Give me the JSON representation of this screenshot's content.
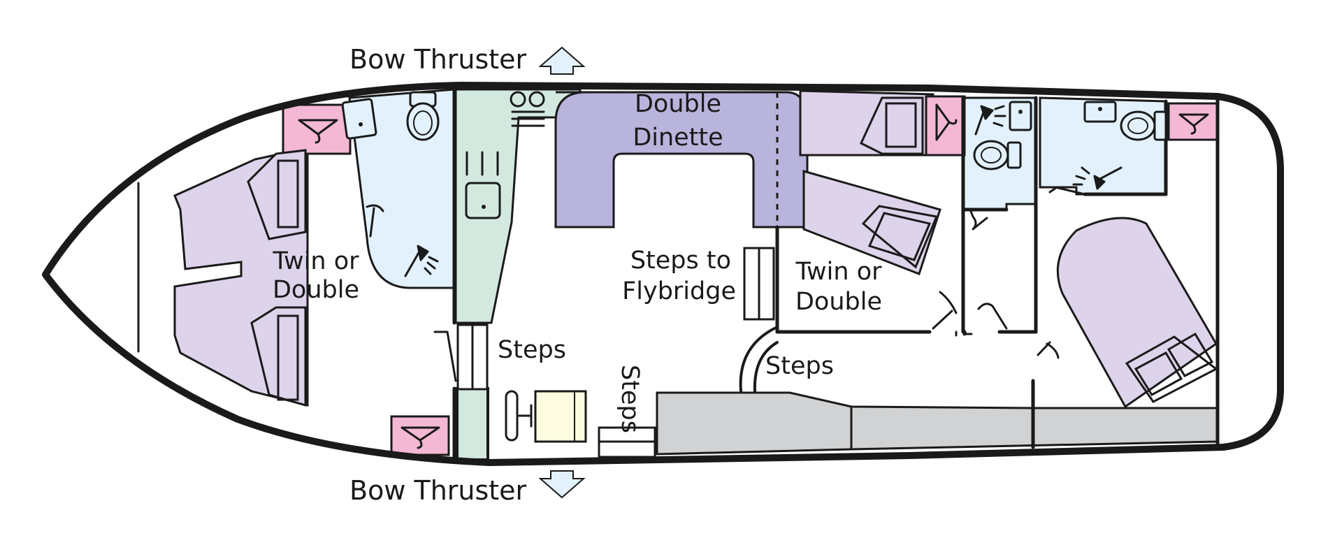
{
  "labels": {
    "bow_thruster_top": "Bow Thruster",
    "bow_thruster_bottom": "Bow Thruster",
    "dinette_line1": "Double",
    "dinette_line2": "Dinette",
    "fwd_cabin_line1": "Twin or",
    "fwd_cabin_line2": "Double",
    "mid_cabin_line1": "Twin or",
    "mid_cabin_line2": "Double",
    "steps_flybridge_line1": "Steps to",
    "steps_flybridge_line2": "Flybridge",
    "steps_galley": "Steps",
    "steps_saloon": "Steps",
    "steps_vertical": "Steps"
  },
  "colors": {
    "hull_stroke": "#1a1a1a",
    "berth": "#ddd3ea",
    "dinette": "#b9b4dc",
    "galley": "#d3e9df",
    "bathroom": "#e2f1fb",
    "wardrobe": "#f4b8d4",
    "deck": "#d1d2d3",
    "table": "#fdfbe0",
    "arrow": "#e2f1fb"
  },
  "icons": [
    "bow-thruster-arrow-icon",
    "hanger-icon",
    "toilet-icon",
    "shower-icon",
    "basin-icon",
    "hob-icon",
    "sink-icon",
    "door-swing-icon"
  ]
}
